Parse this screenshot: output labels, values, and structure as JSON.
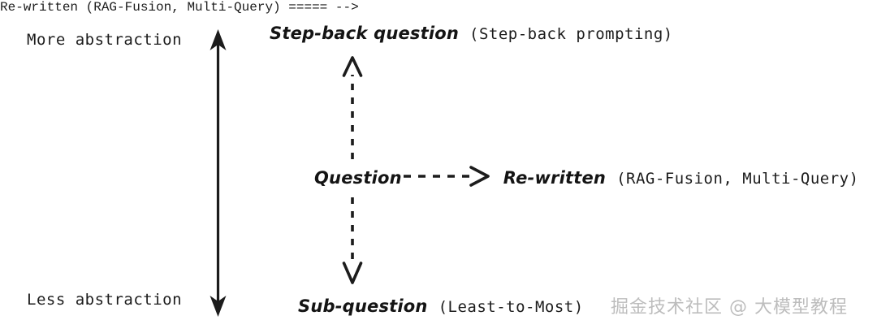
{
  "diagram": {
    "title_alt": "Query transformation abstraction axis",
    "background_color": "#ffffff",
    "text_color": "#1c1c1c",
    "axis": {
      "top_label": "More abstraction",
      "bottom_label": "Less abstraction",
      "arrow_name": "double-headed-vertical-arrow",
      "arrow_color": "#1c1c1c"
    },
    "rows": {
      "top": {
        "term": "Step-back question",
        "technique": "(Step-back prompting)"
      },
      "middle": {
        "term": "Question",
        "connector": "------>",
        "target": "Re-written",
        "technique": "(RAG-Fusion, Multi-Query)"
      },
      "bottom": {
        "term": "Sub-question",
        "technique": "(Least-to-Most)"
      }
    },
    "connectors": {
      "up_arrow_name": "dashed-up-arrow",
      "down_arrow_name": "dashed-down-arrow",
      "right_arrow_name": "dashed-right-arrow",
      "style": "dashed",
      "color": "#1c1c1c"
    }
  },
  "watermark": {
    "text": "掘金技术社区 @ 大模型教程",
    "color": "#bdbdbd"
  }
}
